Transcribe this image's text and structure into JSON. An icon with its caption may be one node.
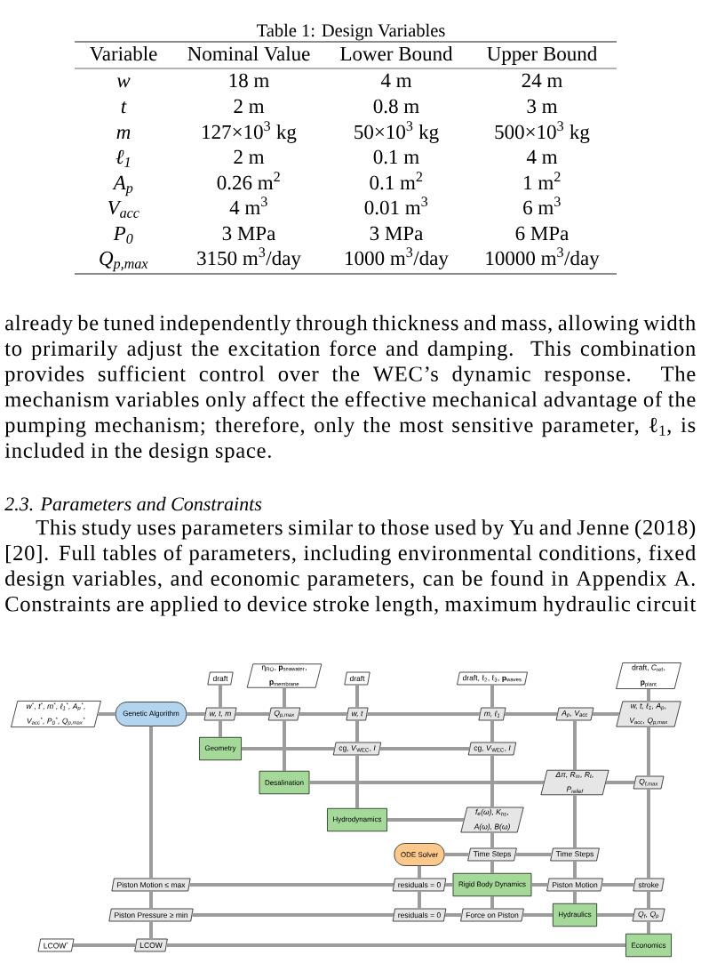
{
  "diagram": {
    "nodes": [
      {
        "text": [
          "draft"
        ]
      },
      {
        "text": [
          "η$_{RO}$, **p**$_{seawater}$, **p**$_{membrane}$"
        ]
      },
      {
        "text": [
          "draft"
        ]
      },
      {
        "text": [
          "draft, ℓ$_{2}$, ℓ$_{3}$, **p**$_{waves}$"
        ]
      },
      {
        "text": [
          "draft, *C*$_{ref}$, **p**$_{plant}$"
        ]
      },
      {
        "text": [
          "w$^{*}$, t$^{*}$, m$^{*}$, ℓ$_{1}$$^{*}$, A$_{p}$$^{*}$, V$_{acc}$$^{*}$, P$_{0}$$^{*}$, Q$_{p,max}$$^{*}$"
        ]
      },
      {
        "text": [
          "Genetic Algorithm"
        ]
      },
      {
        "text": [
          "w, t, m"
        ]
      },
      {
        "text": [
          "Q$_{p,max}$"
        ]
      },
      {
        "text": [
          "w, t"
        ]
      },
      {
        "text": [
          "m, ℓ$_{1}$"
        ]
      },
      {
        "text": [
          "A$_{p}$, V$_{acc}$"
        ]
      },
      {
        "text": [
          "w, t, ℓ$_{1}$, A$_{p}$, V$_{acc}$, Q$_{p,max}$"
        ]
      },
      {
        "text": [
          "Geometry"
        ]
      },
      {
        "text": [
          "cg, *V*$_{WEC}$, *I*"
        ]
      },
      {
        "text": [
          "cg, *V*$_{WEC}$, *I*"
        ]
      },
      {
        "text": [
          "Desalination"
        ]
      },
      {
        "text": [
          "Δπ, R$_{m}$, R$_{t}$, P$_{relief}$"
        ]
      },
      {
        "text": [
          "Q$_{f,max}$"
        ]
      },
      {
        "text": [
          "Hydrodynamics"
        ]
      },
      {
        "text": [
          "f$_{e}$(ω), K$_{hs}$, A(ω), B(ω)"
        ]
      },
      {
        "text": [
          "ODE Solver"
        ]
      },
      {
        "text": [
          "Time Steps"
        ]
      },
      {
        "text": [
          "Time Steps"
        ]
      },
      {
        "text": [
          "Piston Motion ≤ max"
        ]
      },
      {
        "text": [
          "residuals = 0"
        ]
      },
      {
        "text": [
          "Rigid Body Dynamics"
        ]
      },
      {
        "text": [
          "Piston Motion"
        ]
      },
      {
        "text": [
          "stroke"
        ]
      },
      {
        "text": [
          "Piston Pressure ≥ min"
        ]
      },
      {
        "text": [
          "residuals = 0"
        ]
      },
      {
        "text": [
          "Force on Piston"
        ]
      },
      {
        "text": [
          "Hydraulics"
        ]
      },
      {
        "text": [
          "Q$_{f}$, Q$_{p}$"
        ]
      },
      {
        "text": [
          "LCOW$^{*}$"
        ]
      },
      {
        "text": [
          "LCOW"
        ]
      },
      {
        "text": [
          "Economics"
        ]
      }
    ],
    "edges": [
      {
        "from": 5,
        "to": 6,
        "arrow": "none"
      },
      {
        "from": 6,
        "to": 7,
        "arrow": "none"
      },
      {
        "from": 7,
        "to": 8,
        "arrow": "none"
      },
      {
        "from": 8,
        "to": 9,
        "arrow": "none"
      },
      {
        "from": 9,
        "to": 10,
        "arrow": "none"
      },
      {
        "from": 10,
        "to": 11,
        "arrow": "none"
      },
      {
        "from": 11,
        "to": 12,
        "arrow": "none"
      },
      {
        "from": 0,
        "to": 7,
        "arrow": "none"
      },
      {
        "from": 7,
        "to": 13,
        "arrow": "none"
      },
      {
        "from": 1,
        "to": 8,
        "arrow": "none"
      },
      {
        "from": 8,
        "to": 16,
        "arrow": "none"
      },
      {
        "from": 2,
        "to": 9,
        "arrow": "none"
      },
      {
        "from": 9,
        "to": 14,
        "arrow": "none"
      },
      {
        "from": 14,
        "to": 19,
        "arrow": "none"
      },
      {
        "from": 3,
        "to": 10,
        "arrow": "none"
      },
      {
        "from": 10,
        "to": 15,
        "arrow": "none"
      },
      {
        "from": 15,
        "to": 20,
        "arrow": "none"
      },
      {
        "from": 20,
        "to": 22,
        "arrow": "none"
      },
      {
        "from": 22,
        "to": 26,
        "arrow": "none"
      },
      {
        "from": 26,
        "to": 31,
        "arrow": "none"
      },
      {
        "from": 11,
        "to": 17,
        "arrow": "none"
      },
      {
        "from": 17,
        "to": 23,
        "arrow": "none"
      },
      {
        "from": 23,
        "to": 27,
        "arrow": "none"
      },
      {
        "from": 27,
        "to": 32,
        "arrow": "none"
      },
      {
        "from": 4,
        "to": 12,
        "arrow": "none"
      },
      {
        "from": 12,
        "to": 18,
        "arrow": "none"
      },
      {
        "from": 18,
        "to": 28,
        "arrow": "none"
      },
      {
        "from": 28,
        "to": 33,
        "arrow": "none"
      },
      {
        "from": 33,
        "to": 36,
        "arrow": "none"
      },
      {
        "from": 6,
        "to": 24,
        "arrow": "none"
      },
      {
        "from": 24,
        "to": 29,
        "arrow": "none"
      },
      {
        "from": 29,
        "to": 35,
        "arrow": "none"
      },
      {
        "from": 21,
        "to": 25,
        "arrow": "none"
      },
      {
        "from": 25,
        "to": 30,
        "arrow": "none"
      },
      {
        "from": 13,
        "to": 14,
        "arrow": "none"
      },
      {
        "from": 14,
        "to": 15,
        "arrow": "none"
      },
      {
        "from": 16,
        "to": 17,
        "arrow": "none"
      },
      {
        "from": 17,
        "to": 18,
        "arrow": "none"
      },
      {
        "from": 19,
        "to": 20,
        "arrow": "none"
      },
      {
        "from": 21,
        "to": 22,
        "arrow": "none"
      },
      {
        "from": 22,
        "to": 23,
        "arrow": "none"
      },
      {
        "from": 24,
        "to": 25,
        "arrow": "none"
      },
      {
        "from": 25,
        "to": 26,
        "arrow": "none"
      },
      {
        "from": 26,
        "to": 27,
        "arrow": "none"
      },
      {
        "from": 27,
        "to": 28,
        "arrow": "none"
      },
      {
        "from": 29,
        "to": 30,
        "arrow": "none"
      },
      {
        "from": 30,
        "to": 31,
        "arrow": "none"
      },
      {
        "from": 31,
        "to": 32,
        "arrow": "none"
      },
      {
        "from": 32,
        "to": 33,
        "arrow": "none"
      },
      {
        "from": 34,
        "to": 35,
        "arrow": "none"
      },
      {
        "from": 35,
        "to": 36,
        "arrow": "none"
      }
    ],
    "labels": [
      "Table 1: Design Variables",
      "Variable",
      "Nominal Value",
      "Lower Bound",
      "Upper Bound",
      "w",
      "18 m",
      "4 m",
      "24 m",
      "t",
      "2 m",
      "0.8 m",
      "3 m",
      "m",
      "127×10$^{3}$ kg",
      "50×10$^{3}$ kg",
      "500×10$^{3}$ kg",
      "ℓ$_{1}$",
      "2 m",
      "0.1 m",
      "4 m",
      "A$_{p}$",
      "0.26 m$^{2}$",
      "0.1 m$^{2}$",
      "1 m$^{2}$",
      "V$_{acc}$",
      "4 m$^{3}$",
      "0.01 m$^{3}$",
      "6 m$^{3}$",
      "P$_{0}$",
      "3 MPa",
      "3 MPa",
      "6 MPa",
      "Q$_{p,max}$",
      "3150 m$^{3}$/day",
      "1000 m$^{3}$/day",
      "10000 m$^{3}$/day",
      "already be tuned independently through thickness and mass, allowing width to primarily adjust the excitation force and damping. This combination provides sufficient control over the WEC’s dynamic response. The mechanism variables only affect the effective mechanical advantage of the pumping mechanism; therefore, only the most sensitive parameter, ℓ$_{1}$, is included in the design space.",
      "2.3. Parameters and Constraints",
      "This study uses parameters similar to those used by Yu and Jenne (2018) [20]. Full tables of parameters, including environmental conditions, fixed design variables, and economic parameters, can be found in Appendix A. Constraints are applied to device stroke length, maximum hydraulic circuit"
    ]
  }
}
